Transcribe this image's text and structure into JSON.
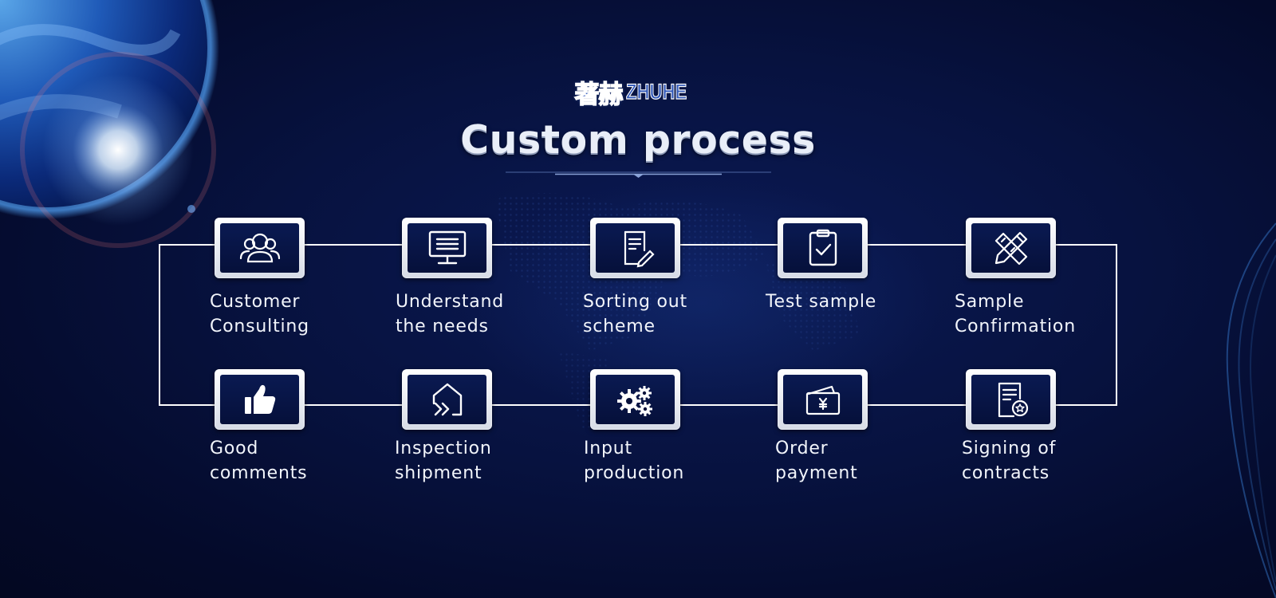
{
  "logo": {
    "chinese": "著赫",
    "latin": "ZHUHE"
  },
  "title": "Custom process",
  "steps": {
    "top": [
      {
        "label": "Customer\nConsulting",
        "icon": "people-icon"
      },
      {
        "label": "Understand\nthe needs",
        "icon": "monitor-icon"
      },
      {
        "label": "Sorting out\nscheme",
        "icon": "document-edit-icon"
      },
      {
        "label": "Test sample",
        "icon": "clipboard-check-icon"
      },
      {
        "label": "Sample\nConfirmation",
        "icon": "ruler-pencil-icon"
      }
    ],
    "bottom": [
      {
        "label": "Good\ncomments",
        "icon": "thumbs-up-icon"
      },
      {
        "label": "Inspection\nshipment",
        "icon": "warehouse-arrow-icon"
      },
      {
        "label": "Input\nproduction",
        "icon": "gears-icon"
      },
      {
        "label": "Order\npayment",
        "icon": "wallet-yuan-icon"
      },
      {
        "label": "Signing of\ncontracts",
        "icon": "contract-seal-icon"
      }
    ]
  },
  "colors": {
    "background": "#06103a",
    "card": "#e4e8f0",
    "line": "#ffffff",
    "logo": "#2e56b8"
  }
}
